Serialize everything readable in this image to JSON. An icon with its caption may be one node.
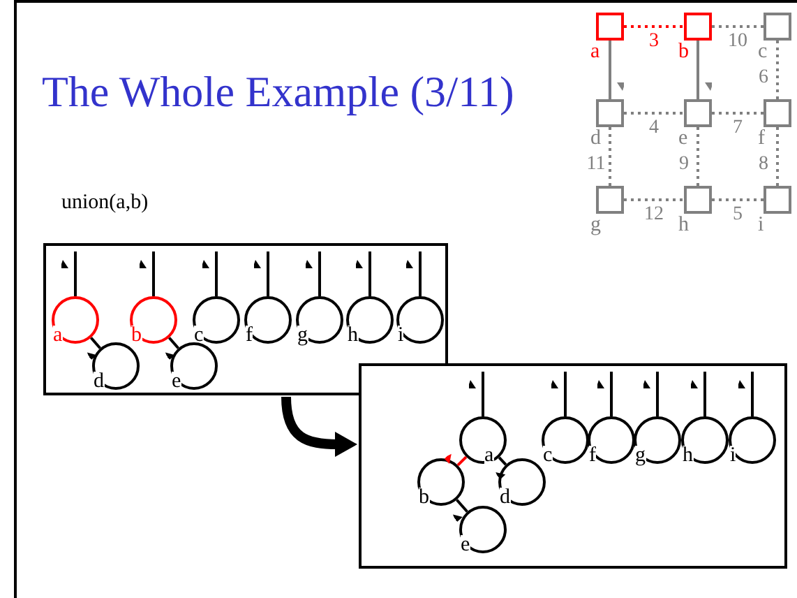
{
  "diagram": {
    "title": "The Whole Example (3/11)",
    "nodes": [
      {
        "text": [
          "a"
        ]
      },
      {
        "text": [
          "b"
        ]
      },
      {
        "text": [
          "c"
        ]
      },
      {
        "text": [
          "d"
        ]
      },
      {
        "text": [
          "e"
        ]
      },
      {
        "text": [
          "f"
        ]
      },
      {
        "text": [
          "g"
        ]
      },
      {
        "text": [
          "h"
        ]
      },
      {
        "text": [
          "i"
        ]
      },
      {
        "text": [],
        "shape": "box"
      },
      {
        "text": [
          "a"
        ],
        "in": 9
      },
      {
        "text": [
          "b"
        ],
        "in": 9
      },
      {
        "text": [
          "c"
        ],
        "in": 9
      },
      {
        "text": [
          "f"
        ],
        "in": 9
      },
      {
        "text": [
          "g"
        ],
        "in": 9
      },
      {
        "text": [
          "h"
        ],
        "in": 9
      },
      {
        "text": [
          "i"
        ],
        "in": 9
      },
      {
        "text": [
          "d"
        ],
        "in": 9
      },
      {
        "text": [
          "e"
        ],
        "in": 9
      },
      {
        "text": [],
        "shape": "box"
      },
      {
        "text": [
          "a"
        ],
        "in": 19
      },
      {
        "text": [
          "c"
        ],
        "in": 19
      },
      {
        "text": [
          "f"
        ],
        "in": 19
      },
      {
        "text": [
          "g"
        ],
        "in": 19
      },
      {
        "text": [
          "h"
        ],
        "in": 19
      },
      {
        "text": [
          "i"
        ],
        "in": 19
      },
      {
        "text": [
          "b"
        ],
        "in": 19
      },
      {
        "text": [
          "d"
        ],
        "in": 19
      },
      {
        "text": [
          "e"
        ],
        "in": 19
      }
    ],
    "edges": [
      {
        "from": 0,
        "to": 1,
        "arrow": "none",
        "label": "3",
        "style": "dashed",
        "color": "#ff0000"
      },
      {
        "from": 1,
        "to": 2,
        "arrow": "none",
        "label": "10",
        "style": "dashed",
        "color": "#808080"
      },
      {
        "from": 0,
        "to": 3,
        "arrow": "to",
        "color": "#808080"
      },
      {
        "from": 1,
        "to": 4,
        "arrow": "to",
        "color": "#808080"
      },
      {
        "from": 2,
        "to": 5,
        "arrow": "none",
        "label": "6",
        "style": "dashed",
        "color": "#808080"
      },
      {
        "from": 3,
        "to": 4,
        "arrow": "none",
        "label": "4",
        "style": "dashed",
        "color": "#808080"
      },
      {
        "from": 4,
        "to": 5,
        "arrow": "none",
        "label": "7",
        "style": "dashed",
        "color": "#808080"
      },
      {
        "from": 3,
        "to": 6,
        "arrow": "none",
        "label": "11",
        "style": "dashed",
        "color": "#808080"
      },
      {
        "from": 4,
        "to": 7,
        "arrow": "none",
        "label": "9",
        "style": "dashed",
        "color": "#808080"
      },
      {
        "from": 5,
        "to": 8,
        "arrow": "none",
        "label": "8",
        "style": "dashed",
        "color": "#808080"
      },
      {
        "from": 6,
        "to": 7,
        "arrow": "none",
        "label": "12",
        "style": "dashed",
        "color": "#808080"
      },
      {
        "from": 7,
        "to": 8,
        "arrow": "none",
        "label": "5",
        "style": "dashed",
        "color": "#808080"
      },
      {
        "from": 10,
        "to": null,
        "arrow": "to"
      },
      {
        "from": 11,
        "to": null,
        "arrow": "to"
      },
      {
        "from": 12,
        "to": null,
        "arrow": "to"
      },
      {
        "from": 13,
        "to": null,
        "arrow": "to"
      },
      {
        "from": 14,
        "to": null,
        "arrow": "to"
      },
      {
        "from": 15,
        "to": null,
        "arrow": "to"
      },
      {
        "from": 16,
        "to": null,
        "arrow": "to"
      },
      {
        "from": 17,
        "to": 10,
        "arrow": "to"
      },
      {
        "from": 18,
        "to": 11,
        "arrow": "to"
      },
      {
        "from": 20,
        "to": null,
        "arrow": "to"
      },
      {
        "from": 21,
        "to": null,
        "arrow": "to"
      },
      {
        "from": 22,
        "to": null,
        "arrow": "to"
      },
      {
        "from": 23,
        "to": null,
        "arrow": "to"
      },
      {
        "from": 24,
        "to": null,
        "arrow": "to"
      },
      {
        "from": 25,
        "to": null,
        "arrow": "to"
      },
      {
        "from": 26,
        "to": 20,
        "arrow": "to",
        "color": "#ff0000"
      },
      {
        "from": 27,
        "to": 20,
        "arrow": "to"
      },
      {
        "from": 28,
        "to": 26,
        "arrow": "to"
      },
      {
        "from": 9,
        "to": 19,
        "arrow": "to",
        "style": "thick"
      }
    ],
    "labels": [
      "union(a,b)"
    ]
  }
}
